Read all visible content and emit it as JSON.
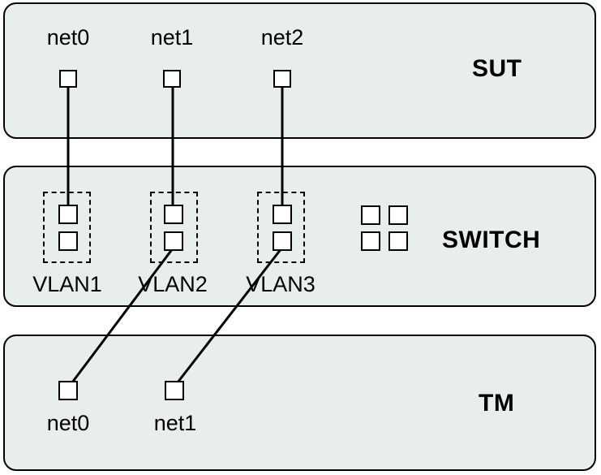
{
  "sut": {
    "title": "SUT",
    "ports": [
      "net0",
      "net1",
      "net2"
    ]
  },
  "switch": {
    "title": "SWITCH",
    "vlans": [
      {
        "label": "VLAN1",
        "port_count": 2
      },
      {
        "label": "VLAN2",
        "port_count": 2
      },
      {
        "label": "VLAN3",
        "port_count": 2
      }
    ],
    "unassigned_port_count": 4
  },
  "tm": {
    "title": "TM",
    "ports": [
      "net0",
      "net1"
    ]
  },
  "connections": [
    {
      "from": "SUT.net0",
      "to": "SWITCH.VLAN1.port1"
    },
    {
      "from": "SUT.net1",
      "to": "SWITCH.VLAN2.port1"
    },
    {
      "from": "SUT.net2",
      "to": "SWITCH.VLAN3.port1"
    },
    {
      "from": "SWITCH.VLAN2.port2",
      "to": "TM.net0"
    },
    {
      "from": "SWITCH.VLAN3.port2",
      "to": "TM.net1"
    }
  ],
  "colors": {
    "box_fill": "#e8edee",
    "stroke": "#000000",
    "port_fill": "#ffffff"
  }
}
